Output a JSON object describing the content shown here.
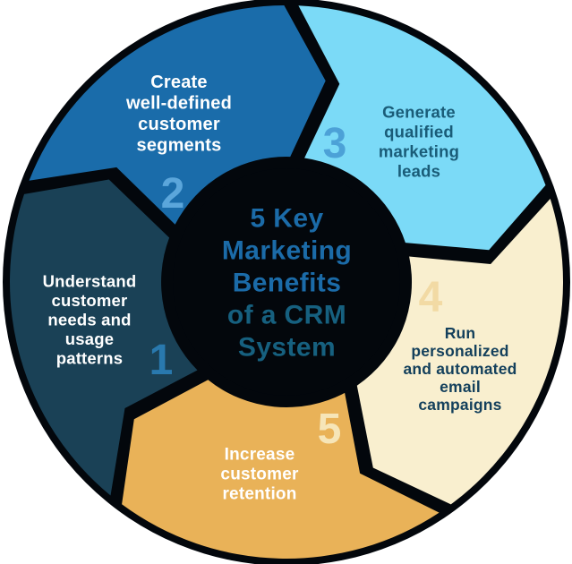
{
  "diagram": {
    "title_lines": [
      "5 Key",
      "Marketing",
      "Benefits",
      "of a CRM",
      "System"
    ],
    "colors": {
      "page_background": "#FFFFFF",
      "base_circle": "#03070C",
      "title_top": "#1B6BA8",
      "title_bottom": "#16607F"
    },
    "segments": [
      {
        "number": "1",
        "label_lines": [
          "Understand",
          "customer",
          "needs and",
          "usage",
          "patterns"
        ],
        "fill": "#1A4156",
        "label_color": "#FFFFFF",
        "number_color": "#2979AE"
      },
      {
        "number": "2",
        "label_lines": [
          "Create",
          "well-defined",
          "customer",
          "segments"
        ],
        "fill": "#1A6CAA",
        "label_color": "#FFFFFF",
        "number_color": "#5BA6DB"
      },
      {
        "number": "3",
        "label_lines": [
          "Generate",
          "qualified",
          "marketing",
          "leads"
        ],
        "fill": "#7BDAF7",
        "label_color": "#1A5C78",
        "number_color": "#4CA1D7"
      },
      {
        "number": "4",
        "label_lines": [
          "Run",
          "personalized",
          "and automated",
          "email",
          "campaigns"
        ],
        "fill": "#F9EFCF",
        "label_color": "#14405C",
        "number_color": "#F2DAA4"
      },
      {
        "number": "5",
        "label_lines": [
          "Increase",
          "customer",
          "retention"
        ],
        "fill": "#E9B258",
        "label_color": "#FFFFFF",
        "number_color": "#F6E5B8"
      }
    ]
  }
}
